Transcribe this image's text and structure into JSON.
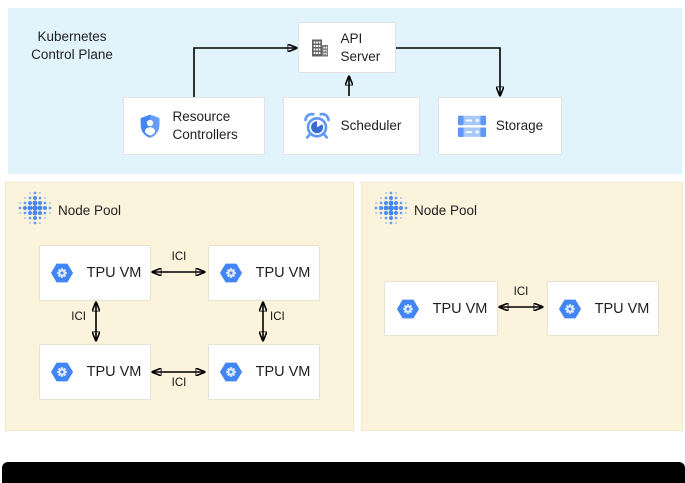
{
  "diagram": {
    "control_plane": {
      "title": "Kubernetes Control Plane",
      "api_server": "API Server",
      "resource_controllers": "Resource Controllers",
      "scheduler": "Scheduler",
      "storage": "Storage"
    },
    "node_pools": [
      {
        "label": "Node Pool",
        "vms": [
          "TPU VM",
          "TPU VM",
          "TPU VM",
          "TPU VM"
        ]
      },
      {
        "label": "Node Pool",
        "vms": [
          "TPU VM",
          "TPU VM"
        ]
      }
    ],
    "interconnect_label": "ICI",
    "colors": {
      "control_plane_bg": "#E1F4FC",
      "node_pool_bg": "#FCF3DC",
      "icon_blue": "#4285F4",
      "icon_light_blue": "#A8C7FA",
      "icon_gray": "#616161",
      "arrow": "#000000",
      "footer_bar": "#000000"
    }
  }
}
